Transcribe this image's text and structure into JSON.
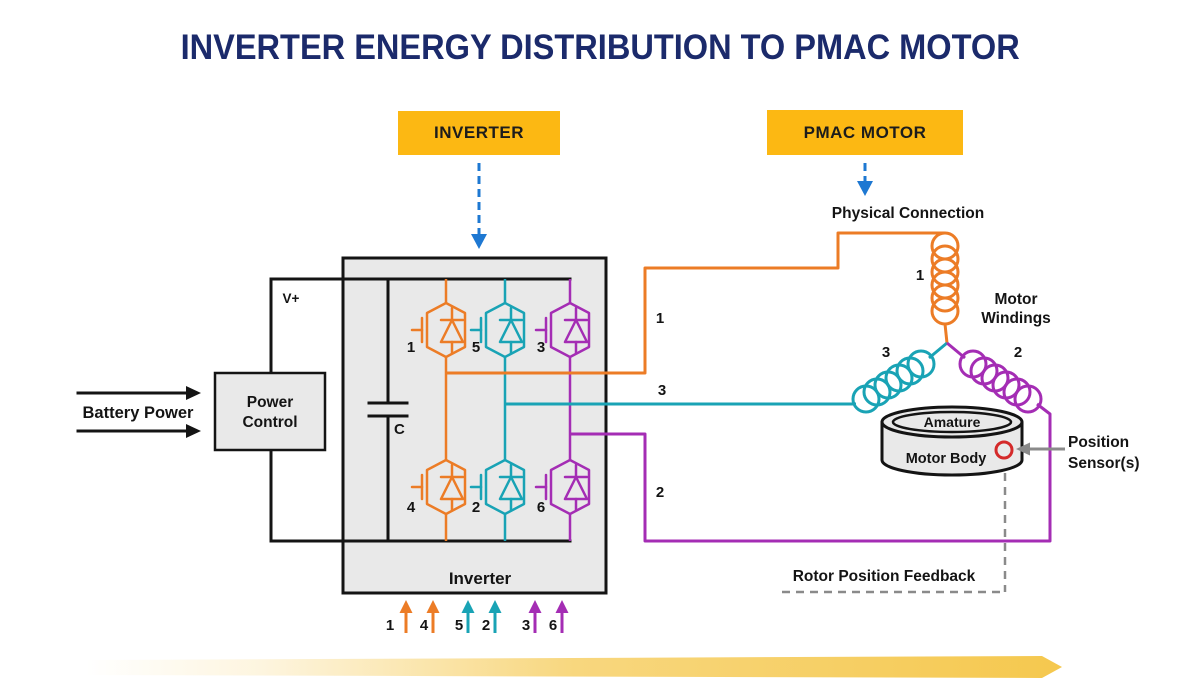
{
  "title": "INVERTER ENERGY DISTRIBUTION TO PMAC MOTOR",
  "chips": {
    "inverter": "INVERTER",
    "pmac": "PMAC MOTOR"
  },
  "battery": {
    "label": "Battery Power"
  },
  "power_control": {
    "line1": "Power",
    "line2": "Control",
    "v_plus": "V+"
  },
  "inverter": {
    "capacitor": "C",
    "box_label": "Inverter",
    "igbt_top": [
      "1",
      "5",
      "3"
    ],
    "igbt_bottom": [
      "4",
      "2",
      "6"
    ],
    "gate_sequence": [
      "1",
      "4",
      "5",
      "2",
      "3",
      "6"
    ]
  },
  "phases": {
    "out_top": "1",
    "out_mid": "3",
    "out_bottom": "2",
    "winding_top": "1",
    "winding_left": "3",
    "winding_right": "2"
  },
  "motor": {
    "physical_connection": "Physical Connection",
    "windings_line1": "Motor",
    "windings_line2": "Windings",
    "amature": "Amature",
    "motor_body": "Motor Body",
    "position_line1": "Position",
    "position_line2": "Sensor(s)",
    "rotor_feedback": "Rotor Position Feedback"
  },
  "colors": {
    "navy": "#1B2A6B",
    "yellow": "#FCB813",
    "orange": "#EC7C26",
    "teal": "#19A3B5",
    "purple": "#A42DB4",
    "blue": "#1E78D2",
    "red": "#D42A2A",
    "gray": "#8A8A8A",
    "black": "#141414",
    "box_fill": "#E9E9E9",
    "swoosh": "#F5C84E"
  }
}
